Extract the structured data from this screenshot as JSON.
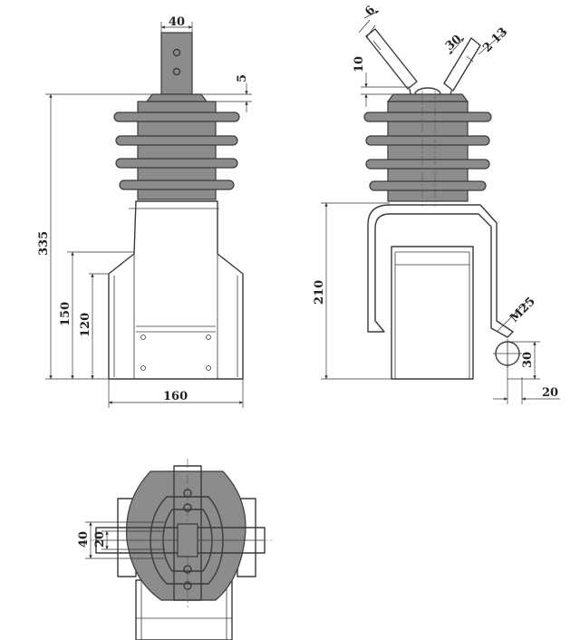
{
  "dimensions": {
    "front": {
      "top_width": "40",
      "top_gap": "5",
      "overall_height": "335",
      "base_height_outer": "150",
      "base_height_inner": "120",
      "base_width": "160"
    },
    "side": {
      "lead_width": "6",
      "lead_offset": "10",
      "lead_length": "30",
      "hole": "2 13",
      "body_height": "210",
      "bolt_thread": "M25",
      "bolt_height": "30",
      "bolt_offset": "20"
    },
    "top": {
      "outer_width": "40",
      "inner_width": "20"
    }
  }
}
